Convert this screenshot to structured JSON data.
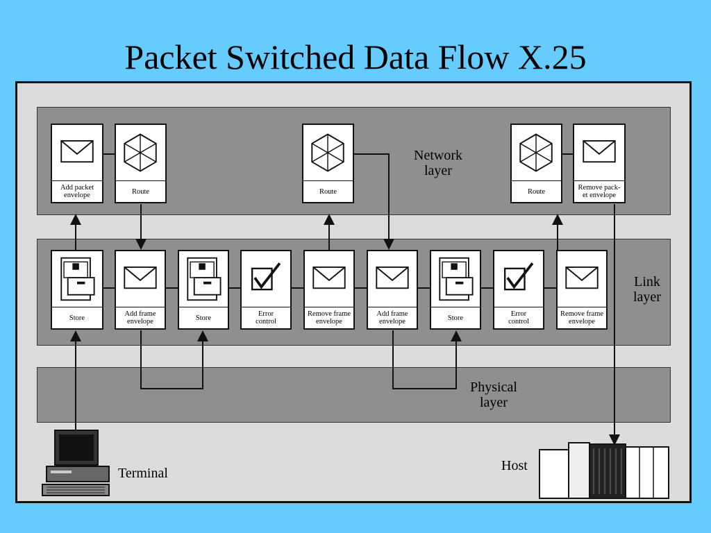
{
  "slide": {
    "title": "Packet Switched Data Flow X.25"
  },
  "layers": {
    "network": [
      "Network",
      "layer"
    ],
    "link": [
      "Link",
      "layer"
    ],
    "physical": [
      "Physical",
      "layer"
    ]
  },
  "network_boxes": [
    {
      "icon": "envelope-icon",
      "label": "Add packet\nenvelope"
    },
    {
      "icon": "hexagon-icon",
      "label": "Route"
    },
    {
      "icon": "hexagon-icon",
      "label": "Route"
    },
    {
      "icon": "hexagon-icon",
      "label": "Route"
    },
    {
      "icon": "envelope-icon",
      "label": "Remove pack-\net envelope"
    }
  ],
  "link_boxes": [
    {
      "icon": "file-cabinet-icon",
      "label": "Store"
    },
    {
      "icon": "envelope-icon",
      "label": "Add frame\nenvelope"
    },
    {
      "icon": "file-cabinet-icon",
      "label": "Store"
    },
    {
      "icon": "checkmark-icon",
      "label": "Error\ncontrol"
    },
    {
      "icon": "envelope-icon",
      "label": "Remove frame\nenvelope"
    },
    {
      "icon": "envelope-icon",
      "label": "Add frame\nenvelope"
    },
    {
      "icon": "file-cabinet-icon",
      "label": "Store"
    },
    {
      "icon": "checkmark-icon",
      "label": "Error\ncontrol"
    },
    {
      "icon": "envelope-icon",
      "label": "Remove frame\nenvelope"
    }
  ],
  "devices": {
    "terminal": "Terminal",
    "host": "Host"
  }
}
